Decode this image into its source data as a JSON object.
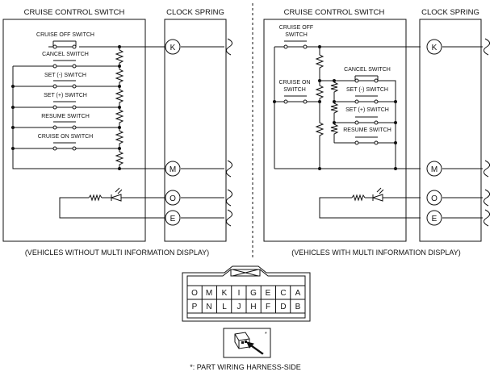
{
  "left_panel": {
    "heading_switch": "CRUISE CONTROL SWITCH",
    "heading_spring": "CLOCK SPRING",
    "switches": [
      "CRUISE OFF SWITCH",
      "CANCEL SWITCH",
      "SET (-) SWITCH",
      "SET (+) SWITCH",
      "RESUME SWITCH",
      "CRUISE ON SWITCH"
    ],
    "terminals": [
      "K",
      "M",
      "O",
      "E"
    ],
    "caption": "(VEHICLES WITHOUT MULTI INFORMATION DISPLAY)"
  },
  "right_panel": {
    "heading_switch": "CRUISE CONTROL SWITCH",
    "heading_spring": "CLOCK SPRING",
    "cruise_off_line1": "CRUISE OFF",
    "cruise_off_line2": "SWITCH",
    "cruise_on_line1": "CRUISE ON",
    "cruise_on_line2": "SWITCH",
    "switches": [
      "CANCEL SWITCH",
      "SET (-) SWITCH",
      "SET (+) SWITCH",
      "RESUME SWITCH"
    ],
    "terminals": [
      "K",
      "M",
      "O",
      "E"
    ],
    "caption": "(VEHICLES WITH MULTI INFORMATION DISPLAY)"
  },
  "connector": {
    "top_row": [
      "O",
      "M",
      "K",
      "I",
      "G",
      "E",
      "C",
      "A"
    ],
    "bottom_row": [
      "P",
      "N",
      "L",
      "J",
      "H",
      "F",
      "D",
      "B"
    ]
  },
  "harness_note_marker": "*",
  "footnote": "*: PART WIRING HARNESS-SIDE"
}
